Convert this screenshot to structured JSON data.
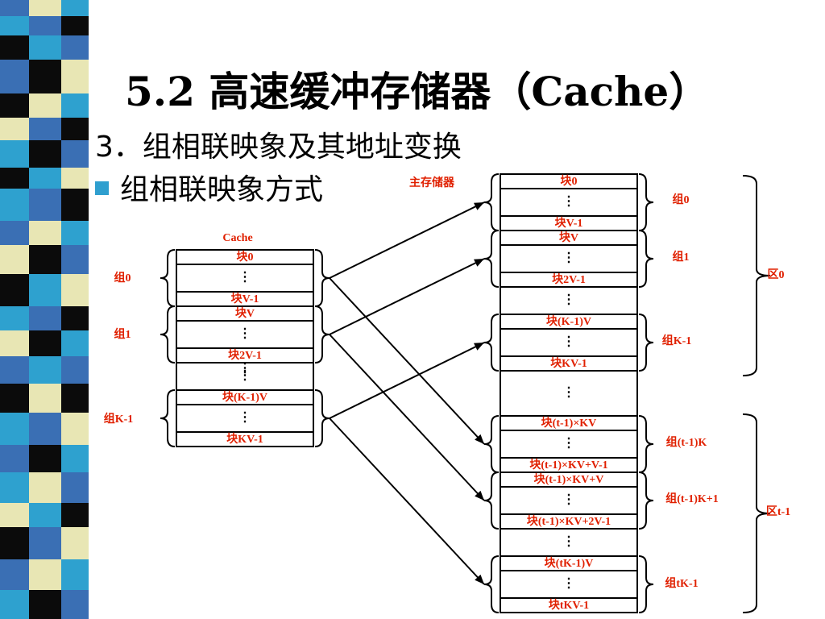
{
  "title": "5.2 高速缓冲存储器（Cache）",
  "subtitle": "3．组相联映象及其地址变换",
  "bullet": "组相联映象方式",
  "colors": {
    "stripe_blue": "#3a6fb4",
    "stripe_teal": "#2ea1cf",
    "stripe_cream": "#e8e6b4",
    "stripe_black": "#0b0b0b",
    "label_red": "#e02000"
  },
  "diagram": {
    "cache_label": "Cache",
    "main_label": "主存储器",
    "cache_blocks": [
      "块0",
      "⋮",
      "块V-1",
      "块V",
      "⋮",
      "块2V-1",
      "⋮",
      "块(K-1)V",
      "⋮",
      "块KV-1"
    ],
    "cache_groups": [
      "组0",
      "组1",
      "组K-1"
    ],
    "main_blocks": [
      "块0",
      "⋮",
      "块V-1",
      "块V",
      "⋮",
      "块2V-1",
      "⋮",
      "块(K-1)V",
      "⋮",
      "块KV-1",
      "⋮",
      "块(t-1)×KV",
      "⋮",
      "块(t-1)×KV+V-1",
      "块(t-1)×KV+V",
      "⋮",
      "块(t-1)×KV+2V-1",
      "⋮",
      "块(tK-1)V",
      "⋮",
      "块tKV-1"
    ],
    "main_groups": [
      "组0",
      "组1",
      "组K-1",
      "组(t-1)K",
      "组(t-1)K+1",
      "组tK-1"
    ],
    "zones": [
      "区0",
      "区t-1"
    ]
  }
}
